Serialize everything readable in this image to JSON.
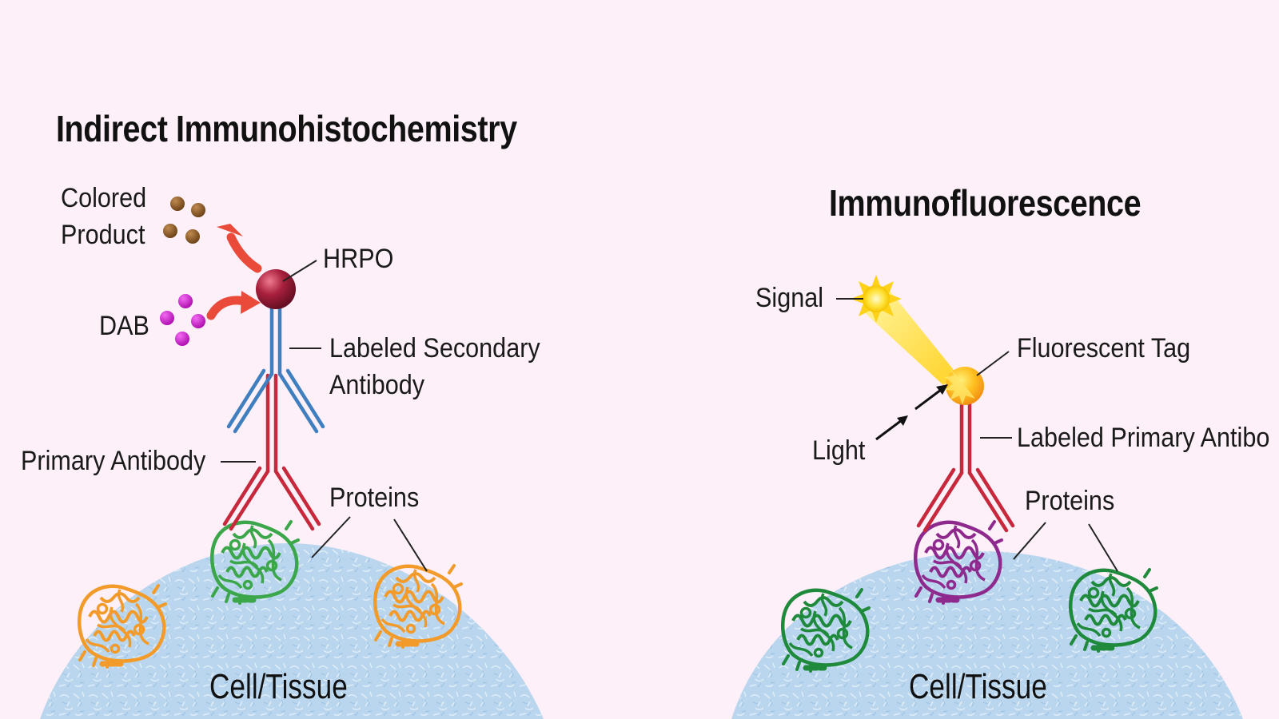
{
  "panels": {
    "ihc": {
      "title": "Indirect Immunohistochemistry",
      "labels": {
        "colored_product_line1": "Colored",
        "colored_product_line2": "Product",
        "hrpo": "HRPO",
        "dab": "DAB",
        "secondary_line1": "Labeled Secondary",
        "secondary_line2": "Antibody",
        "primary": "Primary Antibody",
        "proteins": "Proteins",
        "cell": "Cell/Tissue"
      },
      "colors": {
        "colored_product": "#8b5e2e",
        "dab": "#d21ed2",
        "hrpo": "#9c1a3a",
        "reaction_arrow": "#ea4a3a",
        "secondary_antibody": "#3f7fbf",
        "primary_antibody": "#c8283c",
        "bound_protein": "#3ba64a",
        "other_protein": "#f29b2a"
      }
    },
    "if": {
      "title": "Immunofluorescence",
      "labels": {
        "signal": "Signal",
        "tag": "Fluorescent Tag",
        "light": "Light",
        "primary": "Labeled Primary Antibo",
        "proteins": "Proteins",
        "cell": "Cell/Tissue"
      },
      "colors": {
        "signal": "#ffd21a",
        "tag": "#f9a91e",
        "primary_antibody": "#c8283c",
        "bound_protein": "#8e2a8e",
        "other_protein": "#1f8a3c"
      }
    }
  },
  "background": "#fdf0f8",
  "cell_color": "#b9d6ee"
}
